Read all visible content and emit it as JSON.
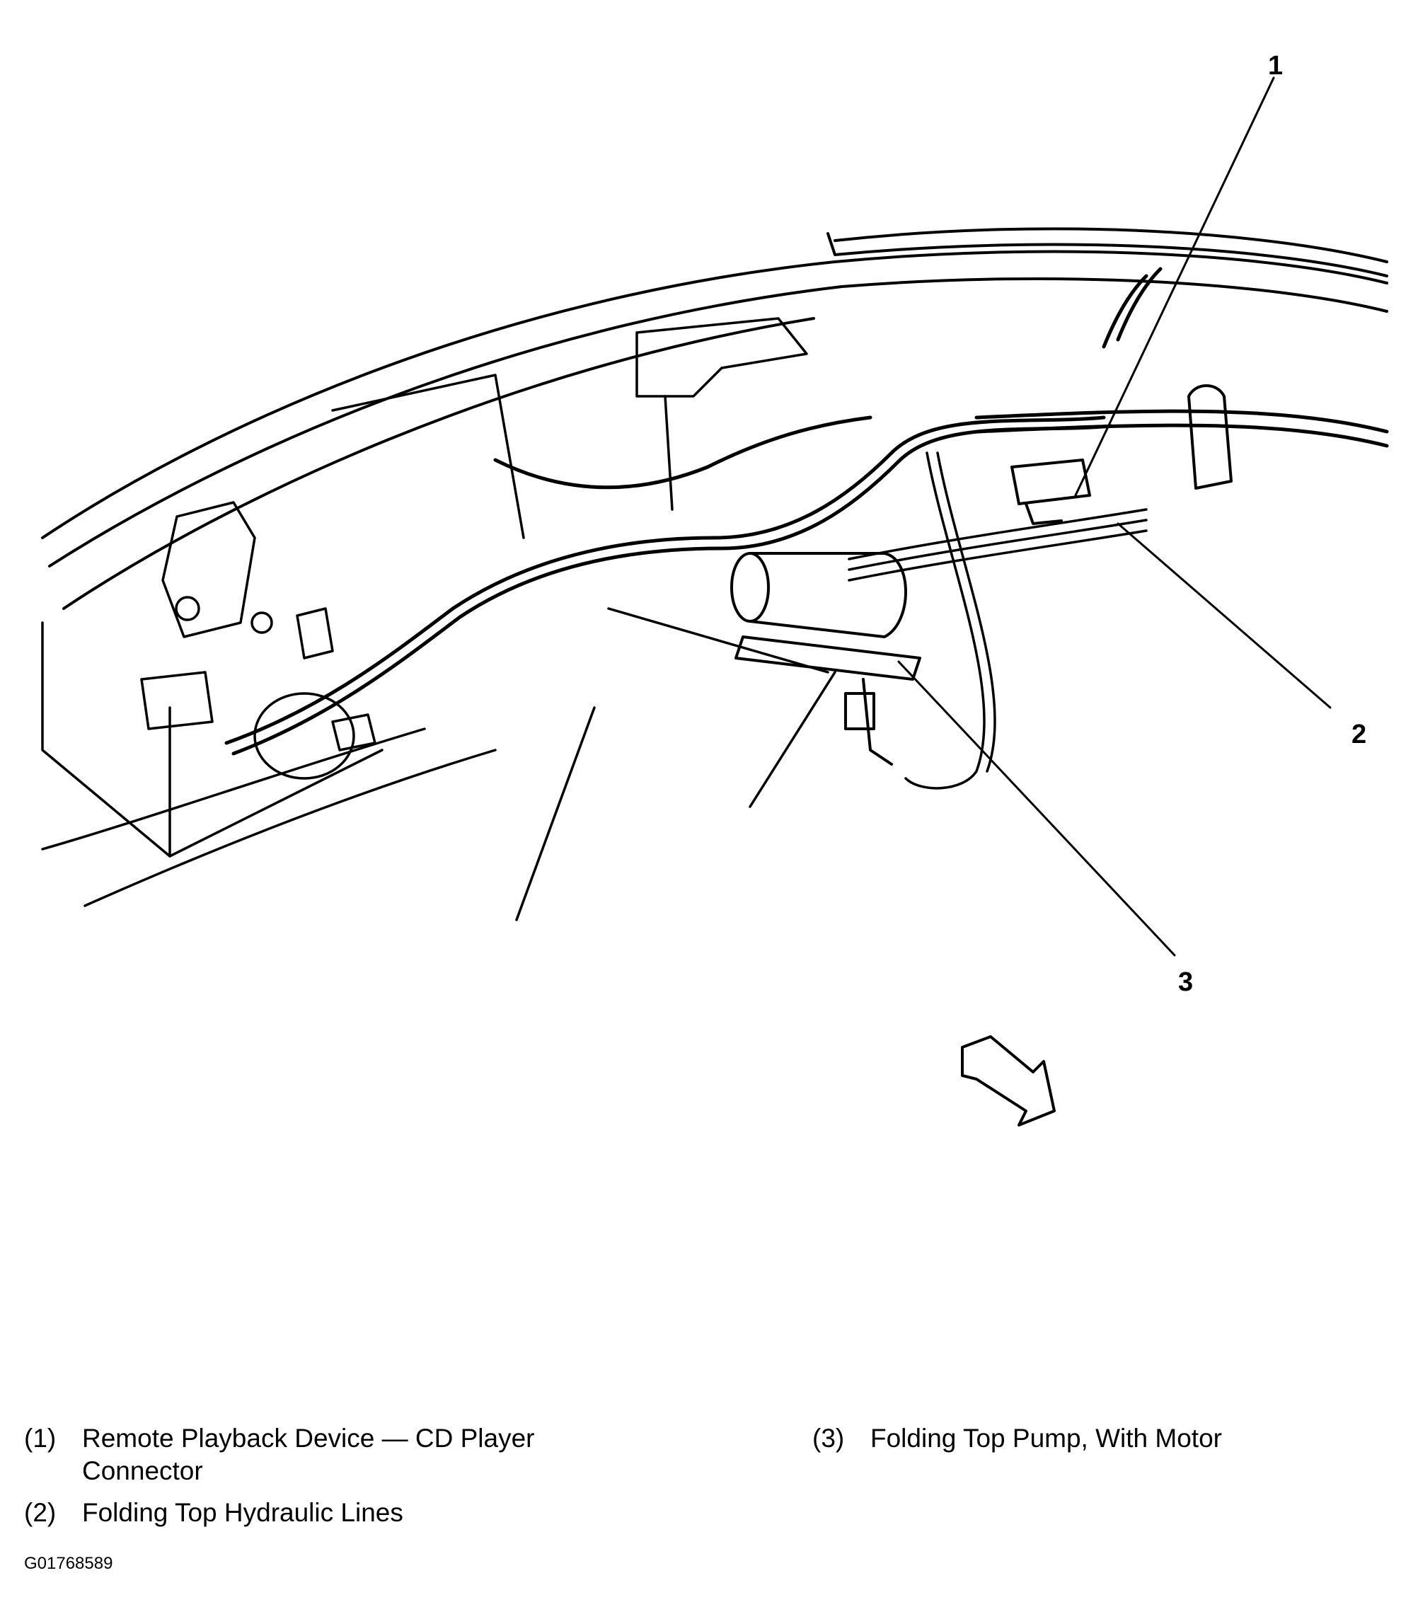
{
  "callouts": [
    {
      "number": "1",
      "text": "Remote Playback Device — CD Player Connector"
    },
    {
      "number": "2",
      "text": "Folding Top Hydraulic Lines"
    },
    {
      "number": "3",
      "text": "Folding Top Pump, With Motor"
    }
  ],
  "legend": {
    "item1": {
      "num": "(1)",
      "text": "Remote Playback Device — CD Player Connector"
    },
    "item2": {
      "num": "(2)",
      "text": "Folding Top Hydraulic Lines"
    },
    "item3": {
      "num": "(3)",
      "text": "Folding Top Pump, With Motor"
    }
  },
  "figure_id": "G01768589"
}
